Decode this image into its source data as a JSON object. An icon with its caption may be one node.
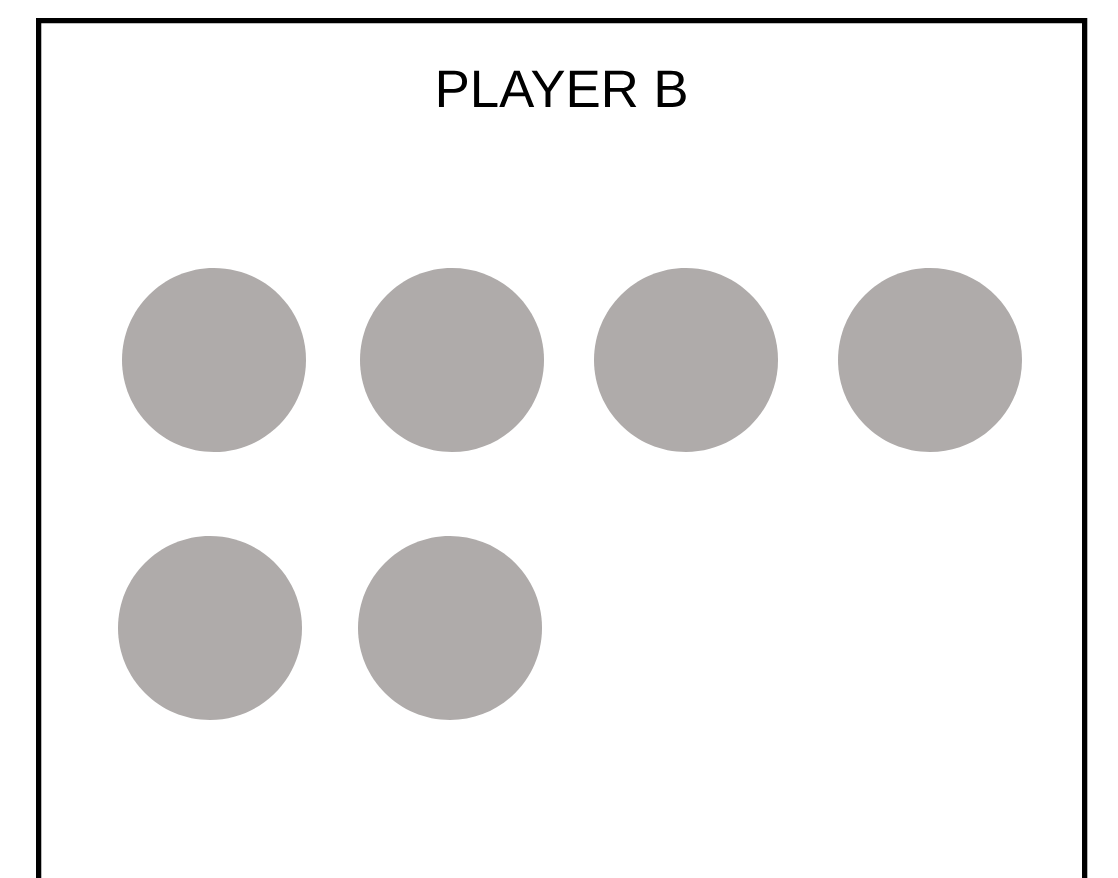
{
  "diagram": {
    "nodes": [
      {
        "text": [
          "PLAYER B"
        ]
      },
      {
        "text": [],
        "shape": "circle",
        "in": 0
      },
      {
        "text": [],
        "shape": "circle",
        "in": 0
      },
      {
        "text": [],
        "shape": "circle",
        "in": 0
      },
      {
        "text": [],
        "shape": "circle",
        "in": 0
      },
      {
        "text": [],
        "shape": "circle",
        "in": 0
      },
      {
        "text": [],
        "shape": "circle",
        "in": 0
      }
    ]
  }
}
